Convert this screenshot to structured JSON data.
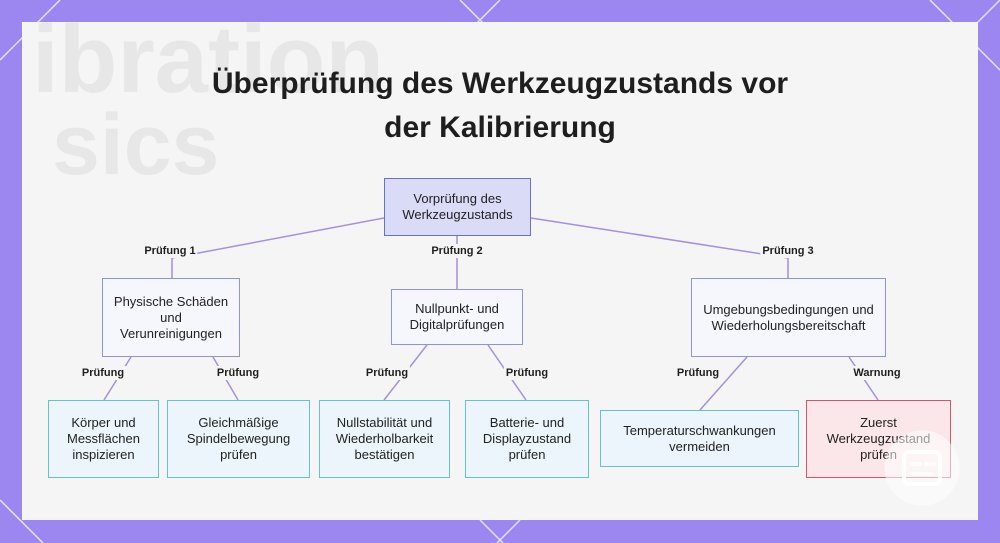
{
  "title": {
    "line1": "Überprüfung des Werkzeugzustands vor",
    "line2": "der Kalibrierung"
  },
  "nodes": {
    "root": "Vorprüfung des Werkzeugzustands",
    "check1": "Physische Schäden und Verunreinigungen",
    "check2": "Nullpunkt- und Digitalprüfungen",
    "check3": "Umgebungsbedingungen und Wiederholungsbereitschaft",
    "leaf1": "Körper und Messflächen inspizieren",
    "leaf2": "Gleichmäßige Spindelbewegung prüfen",
    "leaf3": "Nullstabilität und Wiederholbarkeit bestätigen",
    "leaf4": "Batterie- und Displayzustand prüfen",
    "leaf5": "Temperaturschwankungen vermeiden",
    "leaf6": "Zuerst Werkzeugzustand prüfen"
  },
  "edge_labels": {
    "e1": "Prüfung 1",
    "e2": "Prüfung 2",
    "e3": "Prüfung 3",
    "e4": "Prüfung",
    "e5": "Prüfung",
    "e6": "Prüfung",
    "e7": "Prüfung",
    "e8": "Prüfung",
    "e9": "Warnung"
  },
  "background_text": {
    "word1": "ibration",
    "word2": "sics"
  },
  "colors": {
    "frame": "#9b87ef",
    "edge": "#a58fe0",
    "root_fill": "#d9dbf7",
    "leaf_border": "#67c0d0",
    "warn_border": "#d8536b"
  }
}
